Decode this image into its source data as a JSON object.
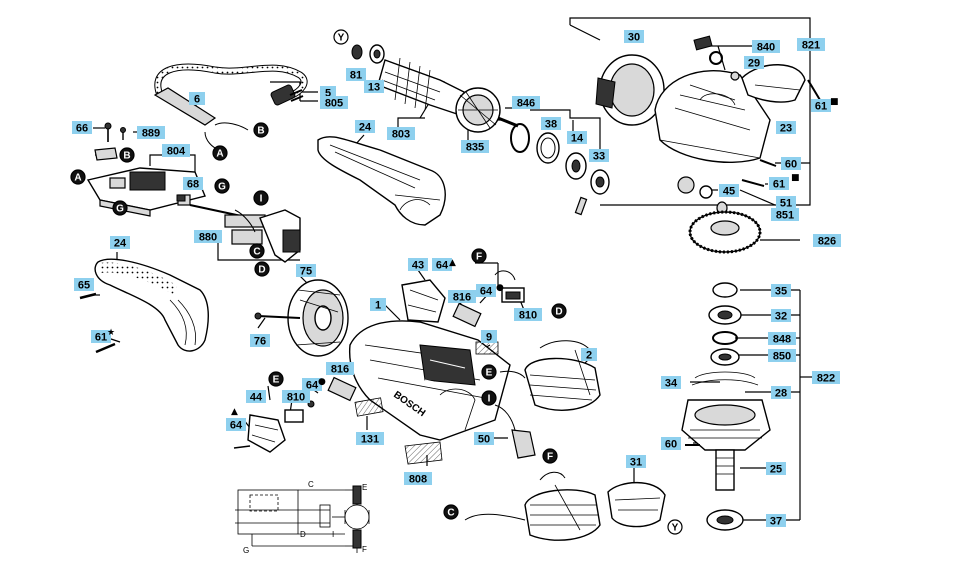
{
  "diagram": {
    "part_numbers": [
      "1",
      "2",
      "5",
      "6",
      "9",
      "13",
      "14",
      "23",
      "24",
      "25",
      "28",
      "29",
      "30",
      "31",
      "32",
      "33",
      "34",
      "35",
      "37",
      "38",
      "43",
      "44",
      "45",
      "50",
      "51",
      "60",
      "61",
      "64",
      "65",
      "66",
      "68",
      "75",
      "76",
      "81",
      "131",
      "803",
      "804",
      "805",
      "808",
      "810",
      "816",
      "821",
      "822",
      "826",
      "835",
      "840",
      "846",
      "848",
      "850",
      "851",
      "880",
      "889"
    ],
    "connector_markers": [
      "A",
      "B",
      "C",
      "D",
      "E",
      "F",
      "G",
      "I",
      "Y"
    ],
    "special_marks": {
      "triangle": "▲",
      "dot": "●",
      "square": "■",
      "asterisk": "★"
    },
    "schematic_letters": [
      "C",
      "D",
      "E",
      "F",
      "G",
      "I"
    ]
  }
}
